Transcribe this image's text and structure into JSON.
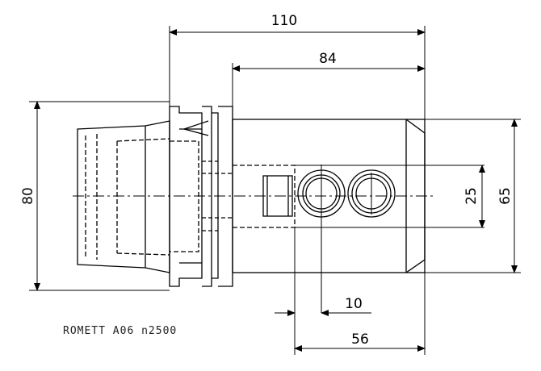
{
  "dimensions": {
    "overall_length": "110",
    "body_length": "84",
    "outer_diameter": "80",
    "body_height": "65",
    "port_spacing": "25",
    "port_offset": "10",
    "port_span": "56"
  },
  "caption": "ROMETT A06 n2500",
  "colors": {
    "line": "#000000",
    "background": "#ffffff"
  }
}
